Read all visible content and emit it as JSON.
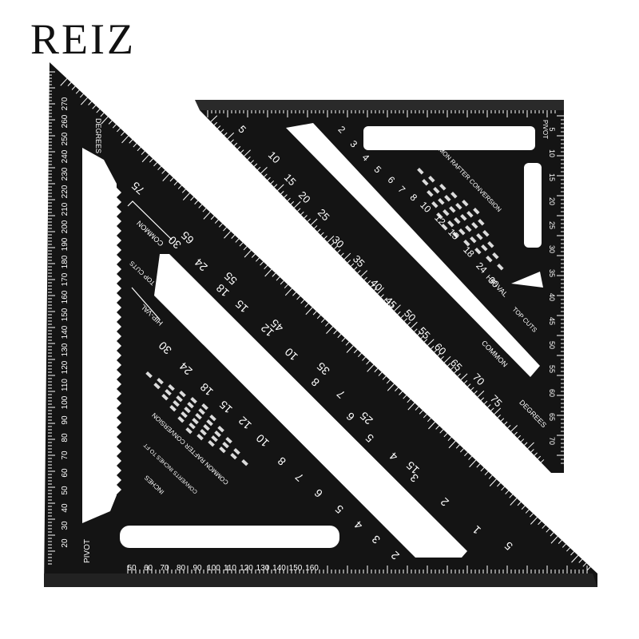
{
  "brand": {
    "name": "REIZ"
  },
  "colors": {
    "tool_body": "#141414",
    "tool_edge": "#3a3a3a",
    "markings": "#ffffff",
    "background": "#ffffff"
  },
  "left_square": {
    "degree_scale": [
      "20",
      "30",
      "40",
      "50",
      "60",
      "70",
      "80",
      "90",
      "100",
      "110",
      "120",
      "130",
      "140",
      "150",
      "160",
      "170",
      "180",
      "190",
      "200",
      "210",
      "220",
      "230",
      "240",
      "250",
      "260",
      "270"
    ],
    "bottom_scale": [
      "50",
      "60",
      "70",
      "80",
      "90",
      "100",
      "110",
      "120",
      "130",
      "140",
      "150",
      "160"
    ],
    "degrees_label": "DEGREES",
    "pivot_label": "PIVOT",
    "common_label": "COMMON",
    "top_cuts_label": "TOP CUTS",
    "hip_val_label": "HIP-VAL",
    "hypotenuse_numbers": [
      "75",
      "65",
      "30",
      "24",
      "55",
      "18",
      "15",
      "45",
      "12",
      "10",
      "35",
      "8",
      "7",
      "25",
      "6",
      "5",
      "4",
      "15",
      "3",
      "2",
      "1",
      "5"
    ],
    "rafter_numbers": [
      "30",
      "24",
      "18",
      "15",
      "12",
      "10",
      "8",
      "7",
      "6",
      "5",
      "4",
      "3",
      "2"
    ],
    "conversion_title": "COMMON RAFTER CONVERSION",
    "inches_label": "INCHES",
    "converts_label": "CONVERTS INCHES TO FT"
  },
  "right_square": {
    "scale": [
      "5",
      "10",
      "15",
      "20",
      "25",
      "30",
      "35",
      "40",
      "45",
      "50",
      "55",
      "60",
      "65",
      "70"
    ],
    "common_label": "COMMON",
    "top_cuts_label": "TOP CUTS",
    "hip_val_label": "HIP-VAL",
    "pivot_label": "PIVOT",
    "degrees_label": "DEGREES",
    "top_numbers": [
      "5",
      "10",
      "15",
      "20",
      "25",
      "30",
      "35",
      "40",
      "45",
      "50",
      "55",
      "60",
      "65",
      "70",
      "75"
    ],
    "inner_numbers": [
      "2",
      "3",
      "4",
      "5",
      "6",
      "7",
      "8",
      "10",
      "12",
      "15",
      "18",
      "24",
      "30"
    ],
    "conversion_title": "COMMON RAFTER CONVERSION"
  }
}
